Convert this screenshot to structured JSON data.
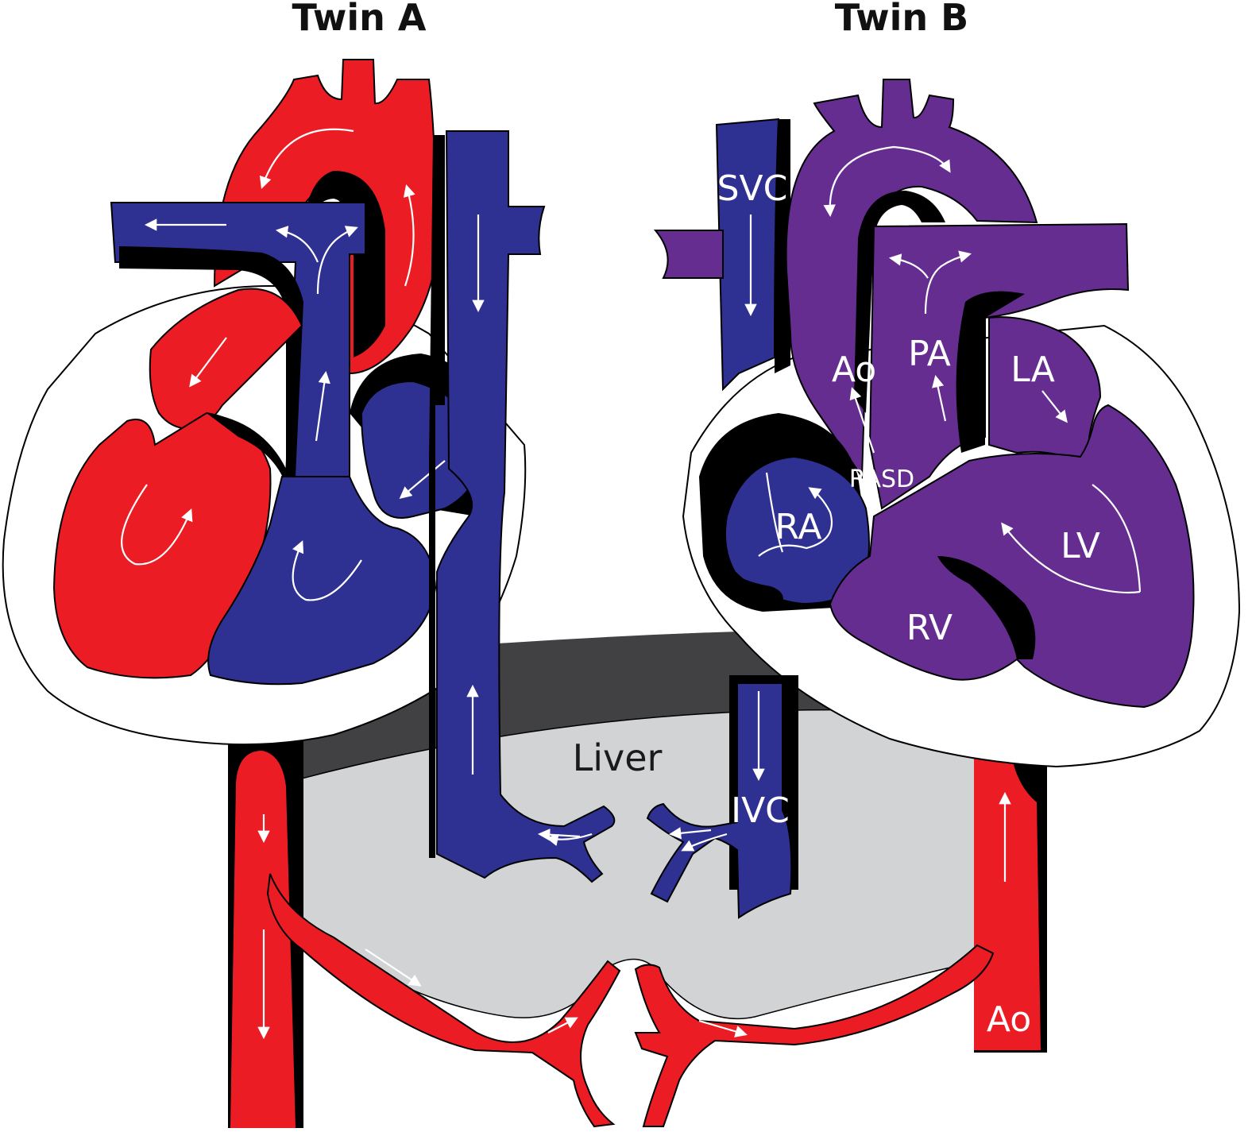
{
  "twins": {
    "a": {
      "title": "Twin A"
    },
    "b": {
      "title": "Twin B"
    }
  },
  "labels": {
    "svc": "SVC",
    "ao_heart": "Ao",
    "pa": "PA",
    "la": "LA",
    "rasd": "RASD",
    "ra": "RA",
    "lv": "LV",
    "rv": "RV",
    "liver": "Liver",
    "ivc": "IVC",
    "ao_abdominal": "Ao"
  },
  "colors": {
    "arterial": "#ec1c24",
    "venous": "#2e3192",
    "mixed": "#662d91",
    "liver": "#d1d3d4",
    "diaphragm": "#414042",
    "outline": "#000000"
  },
  "icons": [
    "flow-arrow-icon"
  ]
}
